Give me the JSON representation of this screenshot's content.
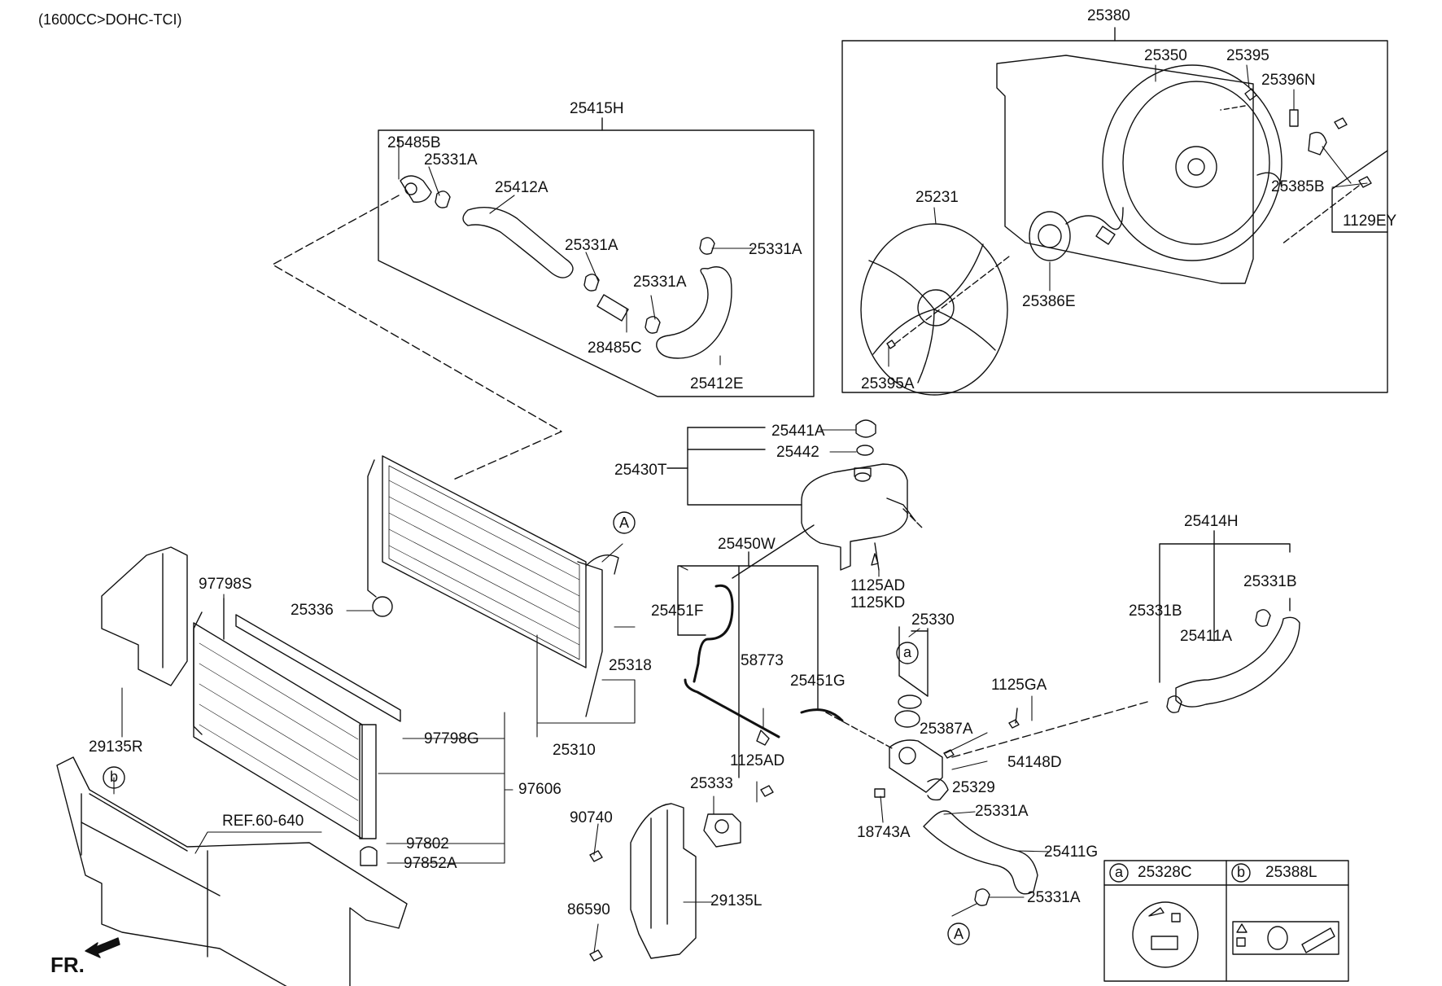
{
  "header": {
    "engine_spec": "(1600CC>DOHC-TCI)"
  },
  "groups": {
    "hose_kit": "25415H",
    "fan_shroud_assy": "25380",
    "reservoir_assy": "25430T",
    "hose_lower_kit": "25414H",
    "bypass_hose_kit": "25450W",
    "thermostat_assy": "25330"
  },
  "parts": {
    "p25485B": "25485B",
    "p25331A_1": "25331A",
    "p25412A": "25412A",
    "p25331A_2": "25331A",
    "p25331A_3": "25331A",
    "p25331A_4": "25331A",
    "p28485C": "28485C",
    "p25412E": "25412E",
    "p25350": "25350",
    "p25395": "25395",
    "p25396N": "25396N",
    "p25385B": "25385B",
    "p1129EY": "1129EY",
    "p25231": "25231",
    "p25386E": "25386E",
    "p25395A": "25395A",
    "p25441A": "25441A",
    "p25442": "25442",
    "p1125AD_a": "1125AD",
    "p1125KD": "1125KD",
    "p25331B_1": "25331B",
    "p25331B_2": "25331B",
    "p25411A": "25411A",
    "p25451F": "25451F",
    "p58773": "58773",
    "p25451G": "25451G",
    "p1125GA": "1125GA",
    "p25387A": "25387A",
    "p54148D": "54148D",
    "p25329": "25329",
    "p18743A": "18743A",
    "p25331A_5": "25331A",
    "p25411G": "25411G",
    "p25331A_6": "25331A",
    "p97798S": "97798S",
    "p25336": "25336",
    "p25318": "25318",
    "p29135R": "29135R",
    "p97798G": "97798G",
    "p97606": "97606",
    "p25310": "25310",
    "p97802": "97802",
    "p97852A": "97852A",
    "p1125AD_b": "1125AD",
    "p25333": "25333",
    "p90740": "90740",
    "p29135L": "29135L",
    "p86590": "86590",
    "ref": "REF.60-640"
  },
  "callouts": {
    "A": "A",
    "a": "a",
    "b": "b"
  },
  "legend": {
    "a_key": "a",
    "a_part": "25328C",
    "b_key": "b",
    "b_part": "25388L"
  },
  "direction_marker": "FR."
}
